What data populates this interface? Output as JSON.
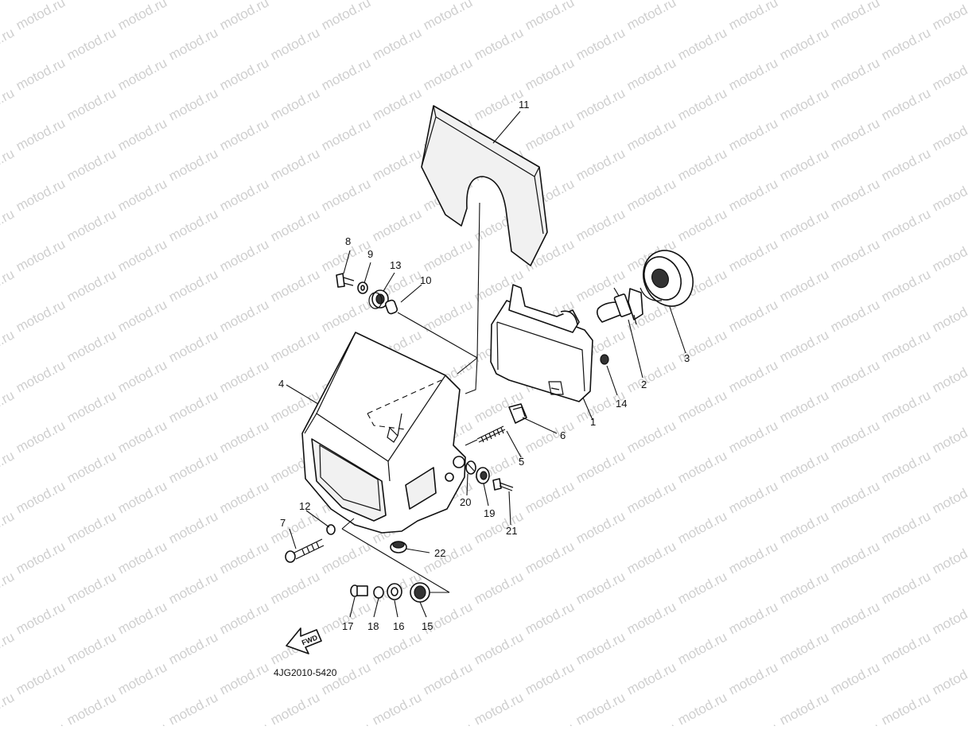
{
  "watermark": {
    "text": "motod.ru",
    "color": "#cfcfcf"
  },
  "diagram_code": "4JG2010-5420",
  "fwd_arrow": {
    "label": "FWD"
  },
  "callouts": {
    "c1": "1",
    "c2": "2",
    "c3": "3",
    "c4": "4",
    "c5": "5",
    "c6": "6",
    "c7": "7",
    "c8": "8",
    "c9": "9",
    "c10": "10",
    "c11": "11",
    "c12": "12",
    "c13": "13",
    "c14": "14",
    "c15": "15",
    "c16": "16",
    "c17": "17",
    "c18": "18",
    "c19": "19",
    "c20": "20",
    "c21": "21",
    "c22": "22"
  },
  "line_color": "#111111"
}
